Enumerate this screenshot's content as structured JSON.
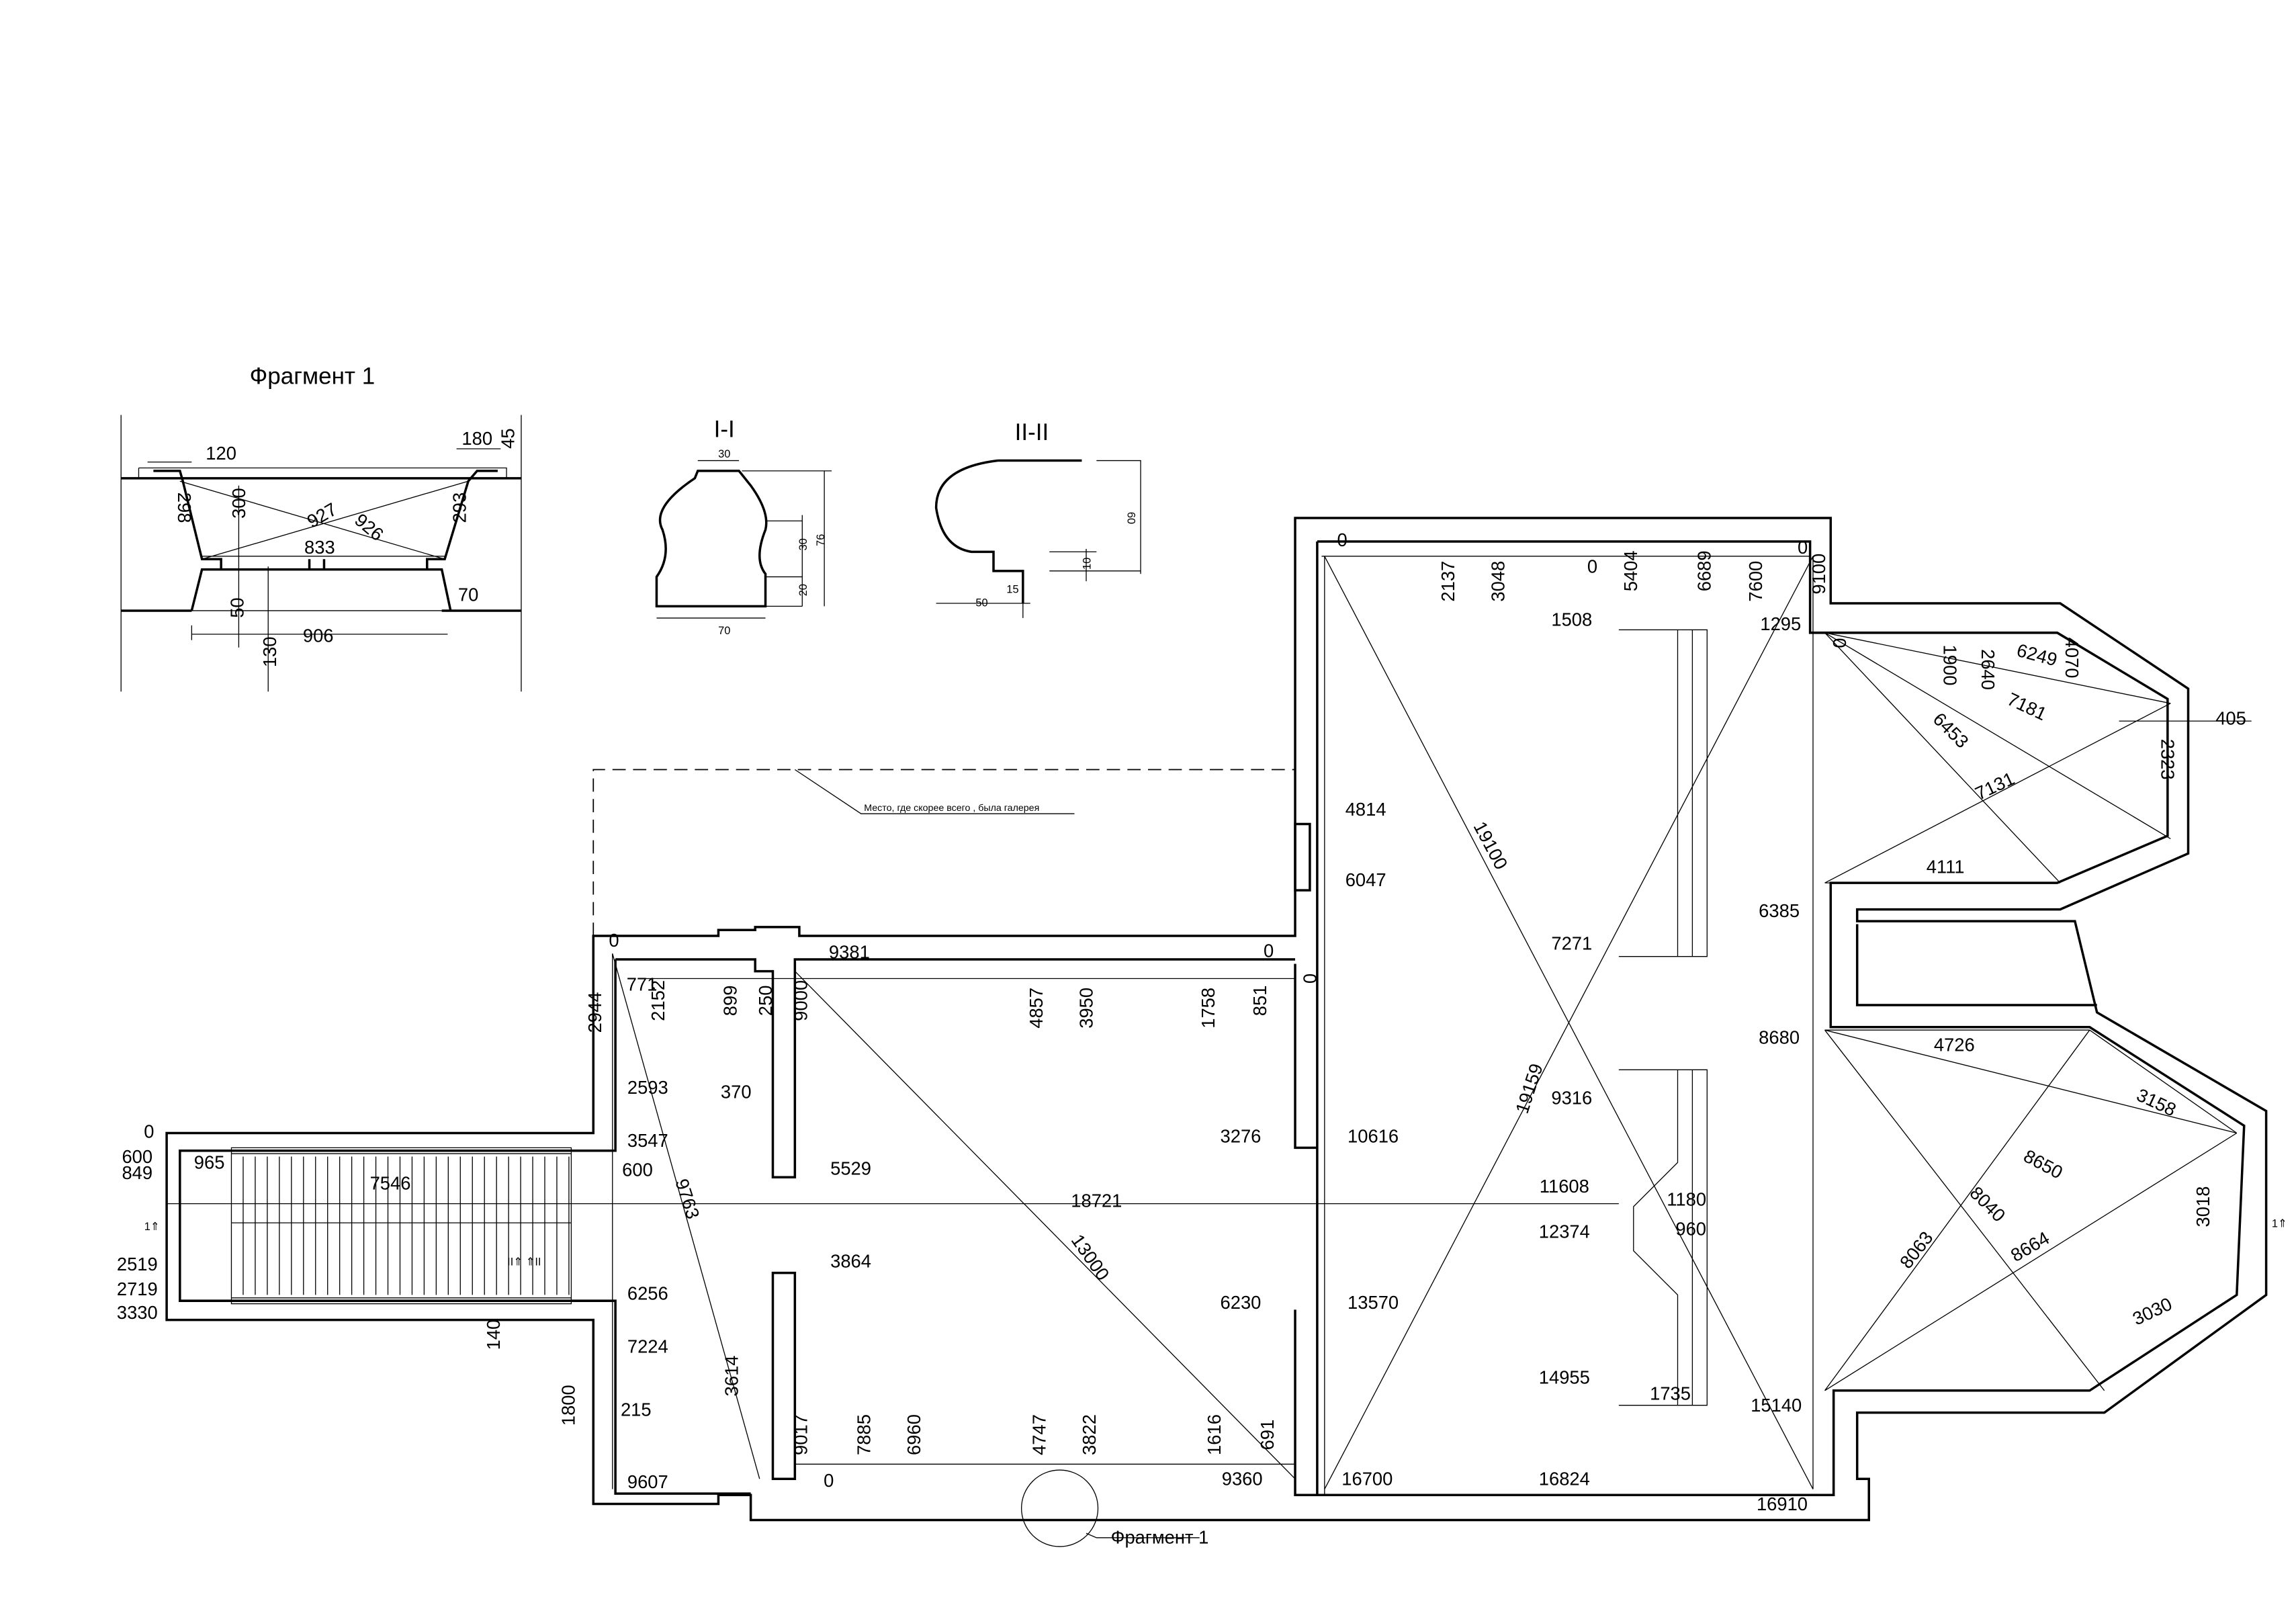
{
  "fragment_detail": {
    "title": "Фрагмент 1",
    "dims": [
      "120",
      "180",
      "45",
      "298",
      "300",
      "927",
      "926",
      "833",
      "293",
      "50",
      "70",
      "130",
      "906"
    ]
  },
  "section_1": {
    "title": "I-I",
    "dims": [
      "30",
      "30",
      "76",
      "20",
      "70"
    ]
  },
  "section_2": {
    "title": "II-II",
    "dims": [
      "60",
      "10",
      "15",
      "50"
    ]
  },
  "plan": {
    "annotation": "Место, где скорее всего , была галерея",
    "fragment_callout": "Фрагмент 1",
    "stair_marks": [
      "1⇑",
      "II⇑ ⇑II",
      "1⇑"
    ],
    "dims": [
      "0",
      "771",
      "2152",
      "899",
      "250",
      "9000",
      "9381",
      "4857",
      "3950",
      "1758",
      "851",
      "0",
      "0",
      "2944",
      "2593",
      "370",
      "3547",
      "5529",
      "600",
      "7546",
      "965",
      "0",
      "600",
      "849",
      "2519",
      "2719",
      "3330",
      "9763",
      "18721",
      "3864",
      "6256",
      "140",
      "7224",
      "3614",
      "1800",
      "215",
      "9607",
      "0",
      "9017",
      "7885",
      "6960",
      "4747",
      "3822",
      "1616",
      "691",
      "9360",
      "13000",
      "3276",
      "10616",
      "6230",
      "13570",
      "16700",
      "4814",
      "6047",
      "0",
      "2137",
      "3048",
      "0",
      "5404",
      "6689",
      "7600",
      "0",
      "9100",
      "1295",
      "1508",
      "19100",
      "7271",
      "9316",
      "19159",
      "11608",
      "12374",
      "1180",
      "960",
      "14955",
      "1735",
      "15140",
      "16824",
      "16910",
      "0",
      "1900",
      "2640",
      "6249",
      "4070",
      "7181",
      "6453",
      "405",
      "2323",
      "7131",
      "4111",
      "6385",
      "8680",
      "4726",
      "3158",
      "8650",
      "8040",
      "8063",
      "8664",
      "3018",
      "3030"
    ]
  }
}
